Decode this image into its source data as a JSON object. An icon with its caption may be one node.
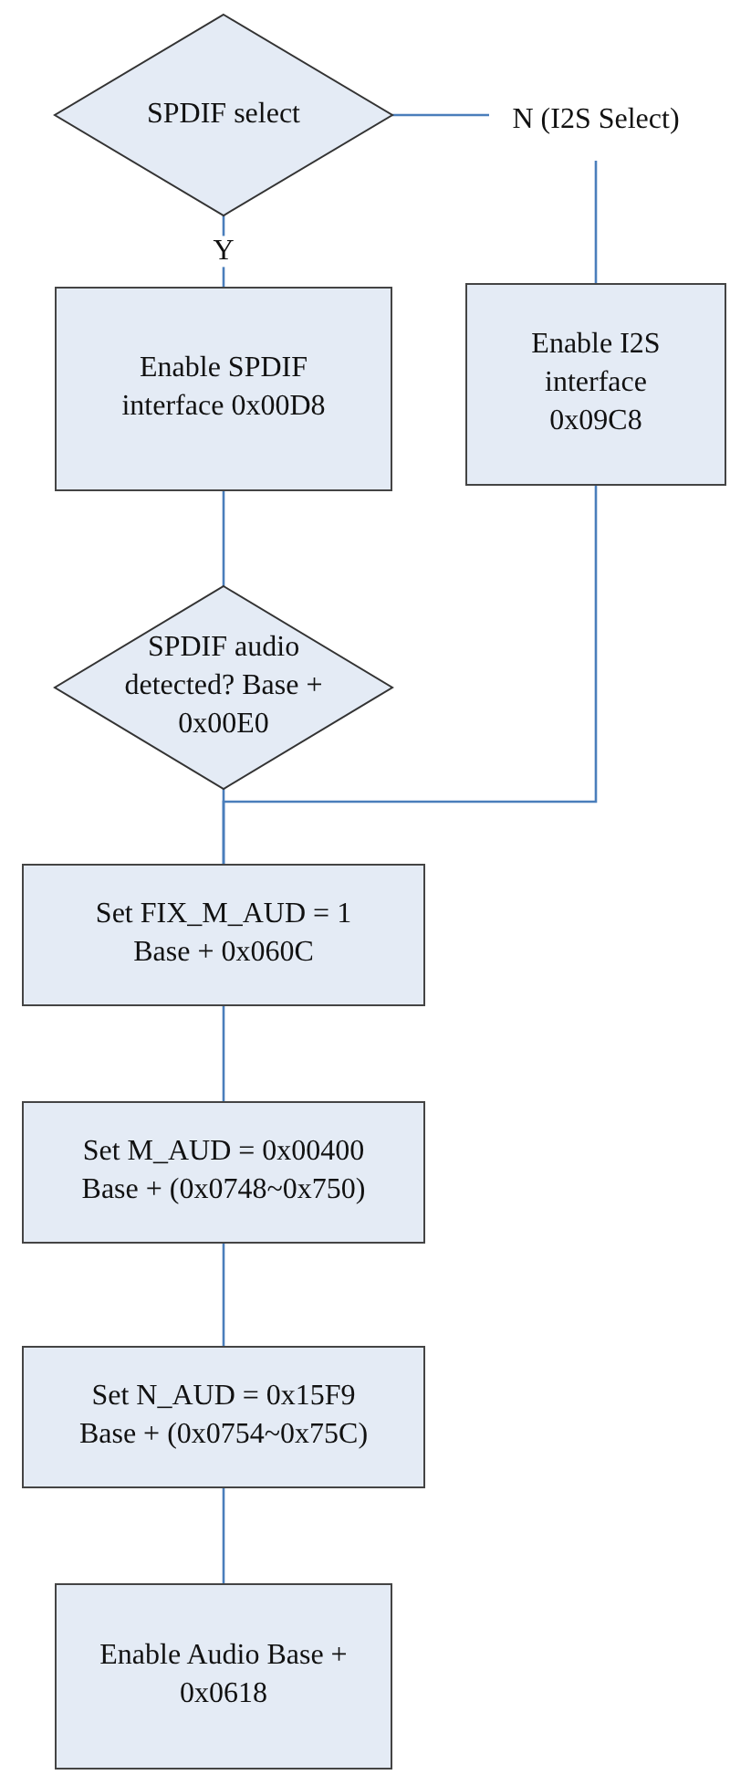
{
  "diagram": {
    "nodes": [
      {
        "text": [
          "SPDIF select"
        ]
      },
      {
        "text": [
          "N (I2S Select)"
        ]
      },
      {
        "text": [
          "Enable SPDIF interface 0x00D8"
        ]
      },
      {
        "text": [
          "Enable I2S interface 0x09C8"
        ]
      },
      {
        "text": [
          "SPDIF audio detected? Base + 0x00E0"
        ]
      },
      {
        "text": [
          "Set FIX_M_AUD = 1 Base + 0x060C"
        ]
      },
      {
        "text": [
          "Set M_AUD = 0x00400 Base + (0x0748~0x750)"
        ]
      },
      {
        "text": [
          "Set N_AUD = 0x15F9 Base + (0x0754~0x75C)"
        ]
      },
      {
        "text": [
          "Enable Audio Base + 0x0618"
        ]
      }
    ],
    "edges": [
      {
        "from": 0,
        "to": 1,
        "arrow": "none"
      },
      {
        "from": 1,
        "to": 3,
        "arrow": "none"
      },
      {
        "from": 0,
        "to": 2,
        "arrow": "none",
        "label": "Y"
      },
      {
        "from": 2,
        "to": 4,
        "arrow": "none"
      },
      {
        "from": 3,
        "to": 5,
        "arrow": "none"
      },
      {
        "from": 4,
        "to": 5,
        "arrow": "none"
      },
      {
        "from": 5,
        "to": 6,
        "arrow": "none"
      },
      {
        "from": 6,
        "to": 7,
        "arrow": "none"
      },
      {
        "from": 7,
        "to": 8,
        "arrow": "none"
      }
    ]
  }
}
